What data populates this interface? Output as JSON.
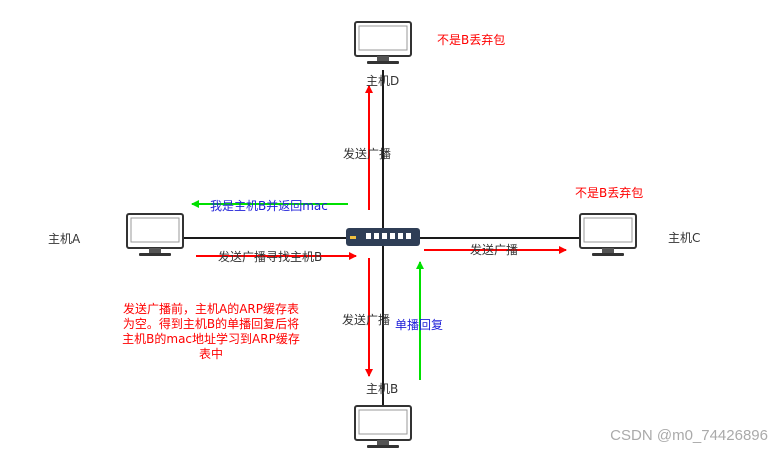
{
  "hosts": {
    "a": "主机A",
    "b": "主机B",
    "c": "主机C",
    "d": "主机D"
  },
  "labels": {
    "not_b_drop_d": "不是B丢弃包",
    "not_b_drop_c": "不是B丢弃包",
    "broadcast_up": "发送广播",
    "broadcast_down": "发送广播",
    "broadcast_right": "发送广播",
    "broadcast_find_b": "发送广播寻找主机B",
    "i_am_b_reply": "我是主机B并返回mac",
    "unicast_reply": "单播回复"
  },
  "note": {
    "lines": [
      "发送广播前，主机A的ARP缓存表",
      "为空。得到主机B的单播回复后将",
      "主机B的mac地址学习到ARP缓存",
      "表中"
    ]
  },
  "watermark": "CSDN @m0_74426896",
  "colors": {
    "red": "#ff0000",
    "green": "#00e000",
    "blue": "#1f1fd8",
    "line": "#1a1a1a",
    "switch": "#2f3e56"
  }
}
